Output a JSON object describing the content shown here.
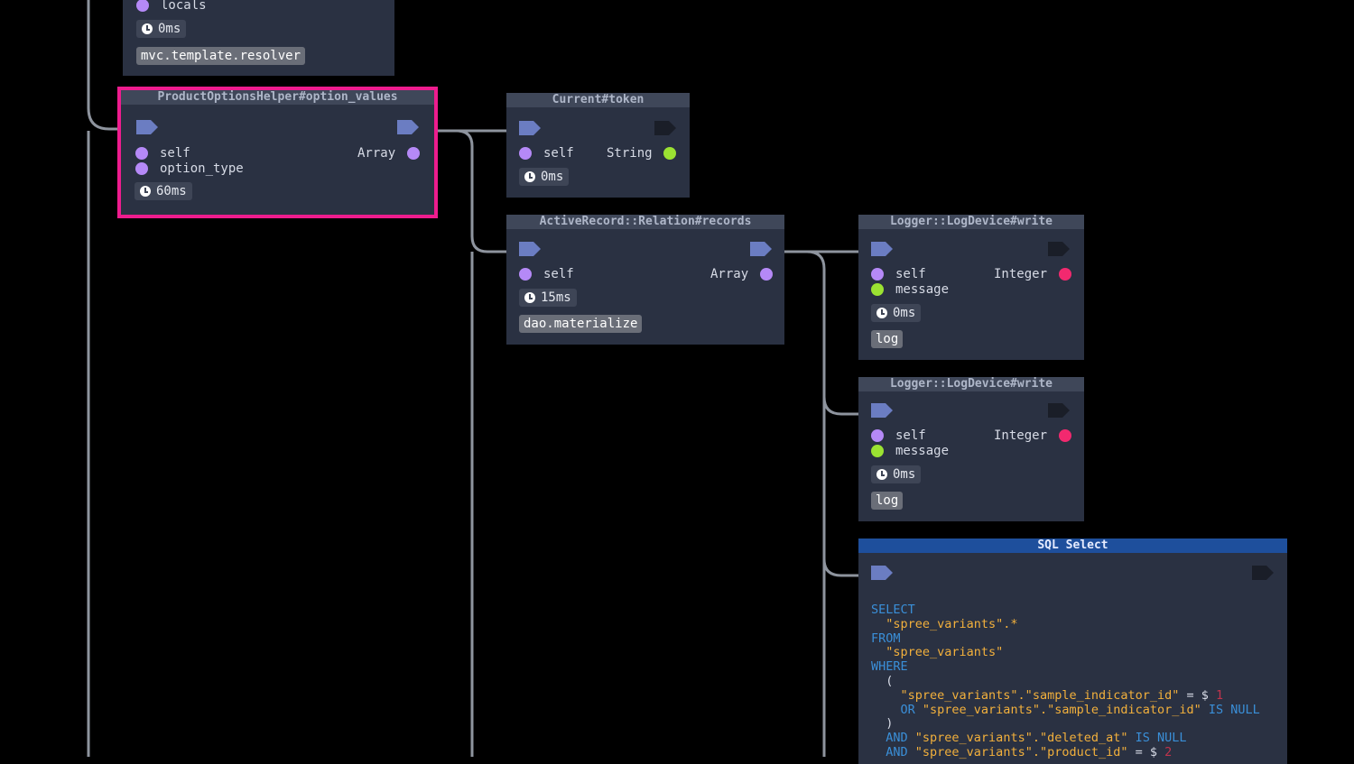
{
  "nodes": {
    "top": {
      "label": "locals",
      "time": "0ms",
      "tag": "mvc.template.resolver"
    },
    "product": {
      "title": "ProductOptionsHelper#option_values",
      "in1": "self",
      "in2": "option_type",
      "out": "Array",
      "time": "60ms"
    },
    "current": {
      "title": "Current#token",
      "in1": "self",
      "out": "String",
      "time": "0ms"
    },
    "relation": {
      "title": "ActiveRecord::Relation#records",
      "in1": "self",
      "out": "Array",
      "time": "15ms",
      "tag": "dao.materialize"
    },
    "logger1": {
      "title": "Logger::LogDevice#write",
      "in1": "self",
      "in2": "message",
      "out": "Integer",
      "time": "0ms",
      "tag": "log"
    },
    "logger2": {
      "title": "Logger::LogDevice#write",
      "in1": "self",
      "in2": "message",
      "out": "Integer",
      "time": "0ms",
      "tag": "log"
    },
    "sql": {
      "title": "SQL Select",
      "lines": [
        [
          {
            "k": "kw",
            "t": "SELECT"
          }
        ],
        [
          {
            "k": "",
            "t": "  "
          },
          {
            "k": "str",
            "t": "\"spree_variants\".*"
          }
        ],
        [
          {
            "k": "kw",
            "t": "FROM"
          }
        ],
        [
          {
            "k": "",
            "t": "  "
          },
          {
            "k": "str",
            "t": "\"spree_variants\""
          }
        ],
        [
          {
            "k": "kw",
            "t": "WHERE"
          }
        ],
        [
          {
            "k": "",
            "t": "  ("
          }
        ],
        [
          {
            "k": "",
            "t": "    "
          },
          {
            "k": "str",
            "t": "\"spree_variants\".\"sample_indicator_id\""
          },
          {
            "k": "",
            "t": " = $ "
          },
          {
            "k": "num",
            "t": "1"
          }
        ],
        [
          {
            "k": "",
            "t": "    "
          },
          {
            "k": "kw",
            "t": "OR "
          },
          {
            "k": "str",
            "t": "\"spree_variants\".\"sample_indicator_id\""
          },
          {
            "k": "kw",
            "t": " IS NULL"
          }
        ],
        [
          {
            "k": "",
            "t": "  )"
          }
        ],
        [
          {
            "k": "",
            "t": "  "
          },
          {
            "k": "kw",
            "t": "AND "
          },
          {
            "k": "str",
            "t": "\"spree_variants\".\"deleted_at\""
          },
          {
            "k": "kw",
            "t": " IS NULL"
          }
        ],
        [
          {
            "k": "",
            "t": "  "
          },
          {
            "k": "kw",
            "t": "AND "
          },
          {
            "k": "str",
            "t": "\"spree_variants\".\"product_id\""
          },
          {
            "k": "",
            "t": " = $ "
          },
          {
            "k": "num",
            "t": "2"
          }
        ]
      ]
    }
  },
  "colors": {
    "selected": "#ee1c8e",
    "self_port": "#b589f7",
    "string_port": "#9be232",
    "integer_port": "#f2296f",
    "sql_header": "#1e4f9c"
  }
}
